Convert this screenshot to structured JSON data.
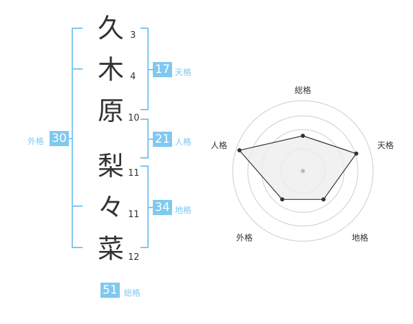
{
  "name_chars": [
    {
      "char": "久",
      "strokes": "3"
    },
    {
      "char": "木",
      "strokes": "4"
    },
    {
      "char": "原",
      "strokes": "10"
    },
    {
      "char": "梨",
      "strokes": "11"
    },
    {
      "char": "々",
      "strokes": "11"
    },
    {
      "char": "菜",
      "strokes": "12"
    }
  ],
  "fortunes": {
    "tenkaku": {
      "value": "17",
      "label": "天格"
    },
    "jinkaku": {
      "value": "21",
      "label": "人格"
    },
    "chikaku": {
      "value": "34",
      "label": "地格"
    },
    "gaikaku": {
      "value": "30",
      "label": "外格"
    },
    "soukaku": {
      "value": "51",
      "label": "総格"
    }
  },
  "radar": {
    "labels": {
      "top": "総格",
      "right": "天格",
      "bottom_right": "地格",
      "bottom_left": "外格",
      "left": "人格"
    },
    "colors": {
      "fill": "#eeeeee",
      "stroke": "#333333",
      "ring": "#cccccc",
      "center": "#bbbbbb"
    },
    "values": {
      "soukaku": 0.5,
      "tenkaku": 0.8,
      "chikaku": 0.5,
      "gaikaku": 0.5,
      "jinkaku": 0.95
    }
  },
  "accent_color": "#7fc8f0"
}
